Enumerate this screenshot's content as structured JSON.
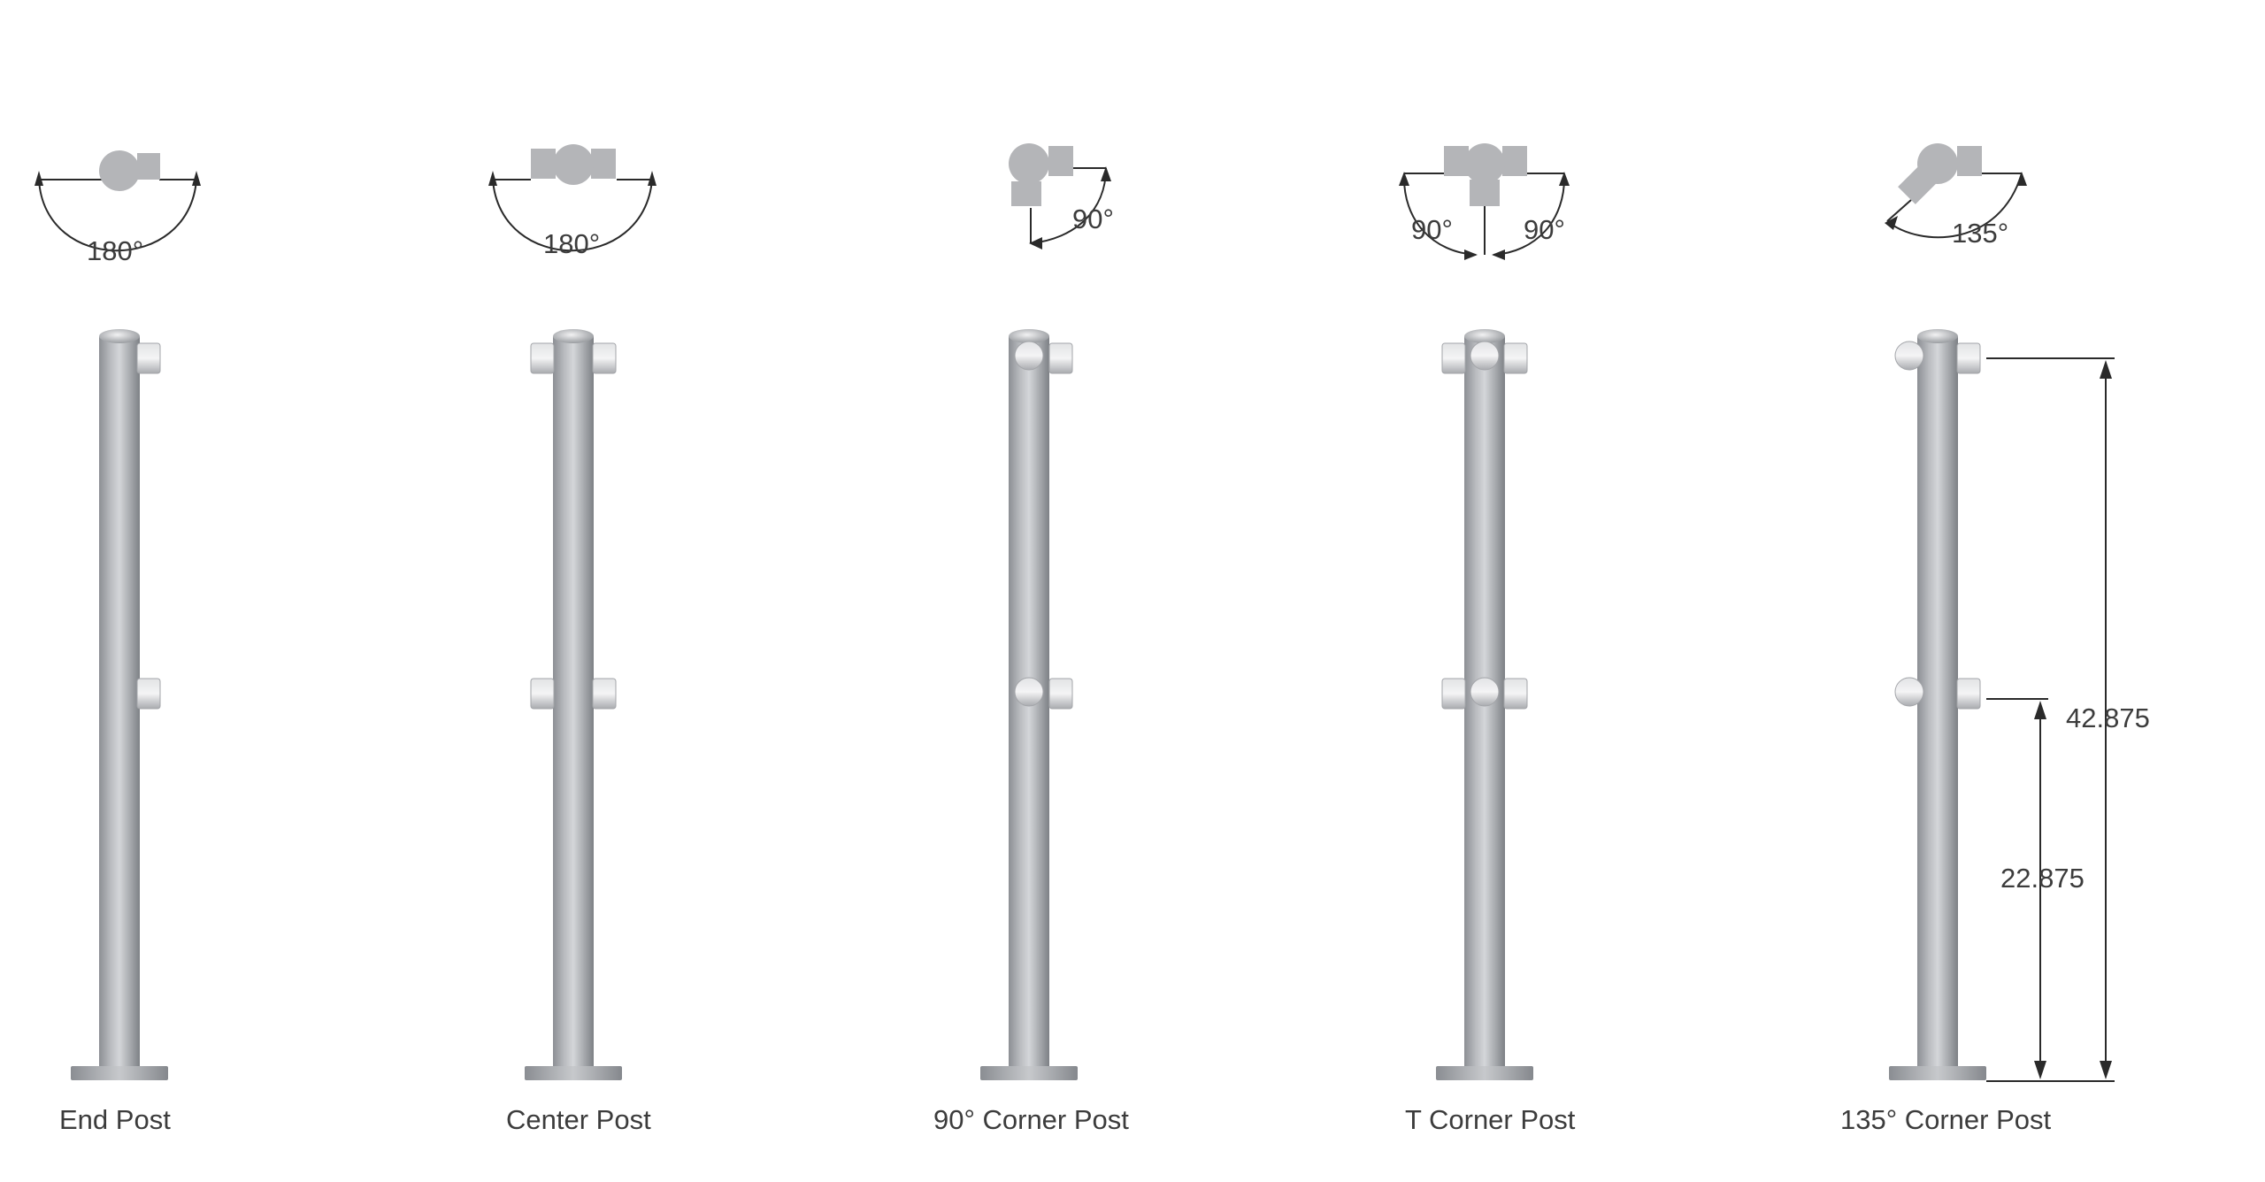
{
  "colors": {
    "background": "#ffffff",
    "post_dark": "#8f9297",
    "post_light": "#c9cbce",
    "planview_fill": "#b4b5b8",
    "line": "#2a2a2a",
    "text": "#3c3c3c"
  },
  "posts": [
    {
      "label": "End Post",
      "angles": [
        "180°"
      ]
    },
    {
      "label": "Center Post",
      "angles": [
        "180°"
      ]
    },
    {
      "label": "90° Corner Post",
      "angles": [
        "90°"
      ]
    },
    {
      "label": "T Corner Post",
      "angles": [
        "90°",
        "90°"
      ]
    },
    {
      "label": "135° Corner Post",
      "angles": [
        "135°"
      ]
    }
  ],
  "dimensions": {
    "overall_height": "42.875",
    "middle_height": "22.875"
  }
}
